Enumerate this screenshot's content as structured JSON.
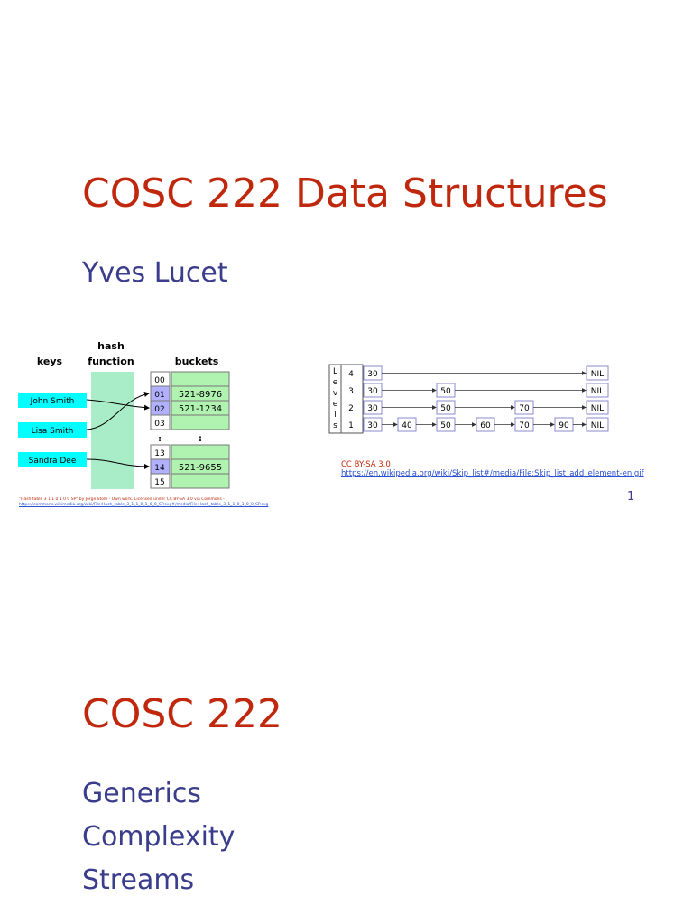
{
  "slide1": {
    "title": "COSC 222 Data Structures",
    "author": "Yves Lucet",
    "page_number": "1",
    "hash_figure": {
      "keys_header": "keys",
      "hash_header_line1": "hash",
      "hash_header_line2": "function",
      "buckets_header": "buckets",
      "keys": [
        "John Smith",
        "Lisa Smith",
        "Sandra Dee"
      ],
      "bucket_indices": [
        "00",
        "01",
        "02",
        "03",
        ":",
        "13",
        "14",
        "15"
      ],
      "bucket_values": [
        "",
        "521-8976",
        "521-1234",
        "",
        ":",
        "",
        "521-9655",
        ""
      ],
      "credit_text": "\"Hash table 3 1 1 0 1 0 0 SP\" by Jorge Stolfi - Own work. Licensed under CC BY-SA 3.0 via Commons -",
      "credit_link": "https://commons.wikimedia.org/wiki/File:Hash_table_3_1_1_0_1_0_0_SP.svg#/media/File:Hash_table_3_1_1_0_1_0_0_SP.svg"
    },
    "skip_figure": {
      "levels_letters": [
        "L",
        "e",
        "v",
        "e",
        "l",
        "s"
      ],
      "level_numbers": [
        "4",
        "3",
        "2",
        "1"
      ],
      "head": "30",
      "nil": "NIL",
      "row_values": [
        [
          "30"
        ],
        [
          "30",
          "50"
        ],
        [
          "30",
          "50",
          "70"
        ],
        [
          "30",
          "40",
          "50",
          "60",
          "70",
          "90"
        ]
      ],
      "license": "CC BY-SA 3.0",
      "link": "https://en.wikipedia.org/wiki/Skip_list#/media/File:Skip_list_add_element-en.gif"
    }
  },
  "slide2": {
    "title": "COSC 222",
    "topics": [
      "Generics",
      "Complexity",
      "Streams"
    ]
  },
  "colors": {
    "title_red": "#c0280e",
    "text_blue": "#3a3c8c",
    "hash_green": "#a8ecc8",
    "key_cyan": "#00ffff",
    "bucket_green": "#b0f2b0",
    "index_purple": "#b0b0ff",
    "link_blue": "#2a4fd0"
  }
}
